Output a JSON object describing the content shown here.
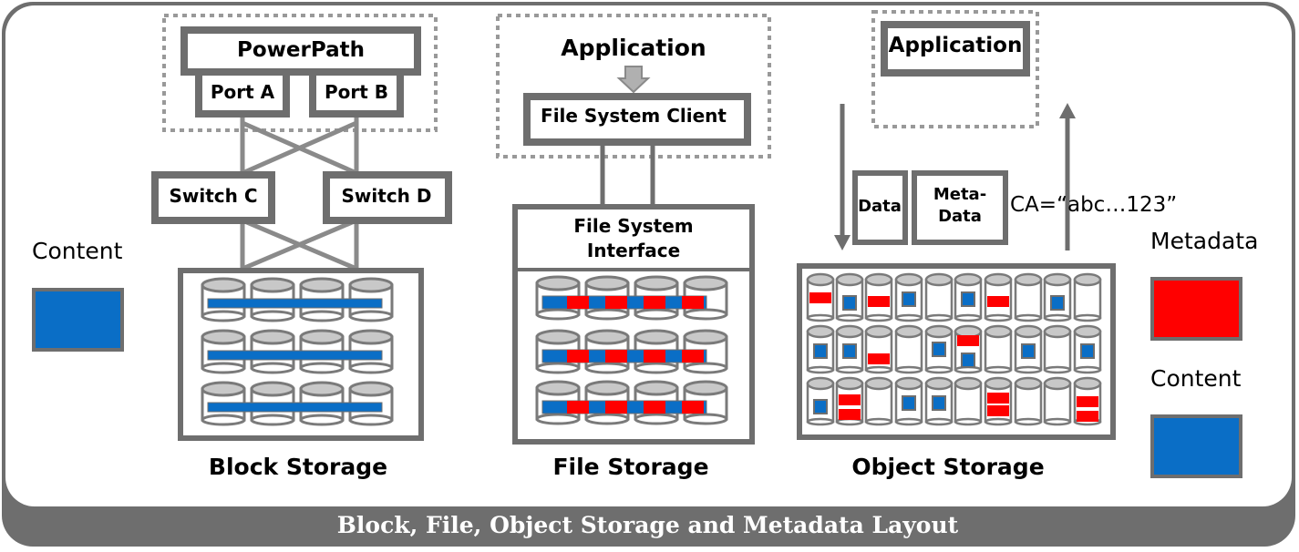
{
  "caption": "Block, File, Object Storage and Metadata Layout",
  "left_legend": {
    "content_label": "Content"
  },
  "right_legend": {
    "metadata_label": "Metadata",
    "content_label": "Content"
  },
  "block": {
    "powerpath": "PowerPath",
    "port_a": "Port A",
    "port_b": "Port B",
    "switch_c": "Switch C",
    "switch_d": "Switch D",
    "label": "Block Storage"
  },
  "file": {
    "application": "Application",
    "client": "File System Client",
    "interface_line1": "File System",
    "interface_line2": "Interface",
    "label": "File Storage"
  },
  "object": {
    "application": "Application",
    "data": "Data",
    "meta_line1": "Meta-",
    "meta_line2": "Data",
    "ca": "CA=“abc…123”",
    "label": "Object Storage"
  },
  "colors": {
    "content": "#0a6ec6",
    "metadata": "#ff0000",
    "frame": "#6e6e6e",
    "dashed": "#999999"
  }
}
